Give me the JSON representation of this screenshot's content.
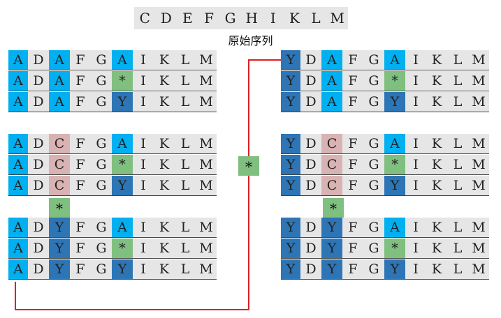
{
  "original": {
    "letters": [
      "C",
      "D",
      "E",
      "F",
      "G",
      "H",
      "I",
      "K",
      "L",
      "M"
    ],
    "caption": "原始序列"
  },
  "colors": {
    "light_blue": "#00b0f0",
    "dark_blue": "#2e75b6",
    "pink": "#d9b3b3",
    "green": "#7fbf7f",
    "gray": "#e6e6e6",
    "connector": "#e02020"
  },
  "blocks": [
    {
      "id": "left-1",
      "rows": [
        [
          "A",
          "D",
          "A",
          "F",
          "G",
          "A",
          "I",
          "K",
          "L",
          "M"
        ],
        [
          "A",
          "D",
          "A",
          "F",
          "G",
          "*",
          "I",
          "K",
          "L",
          "M"
        ],
        [
          "A",
          "D",
          "A",
          "F",
          "G",
          "Y",
          "I",
          "K",
          "L",
          "M"
        ]
      ]
    },
    {
      "id": "left-2",
      "rows": [
        [
          "A",
          "D",
          "C",
          "F",
          "G",
          "A",
          "I",
          "K",
          "L",
          "M"
        ],
        [
          "A",
          "D",
          "C",
          "F",
          "G",
          "*",
          "I",
          "K",
          "L",
          "M"
        ],
        [
          "A",
          "D",
          "C",
          "F",
          "G",
          "Y",
          "I",
          "K",
          "L",
          "M"
        ]
      ]
    },
    {
      "id": "left-3",
      "rows": [
        [
          "A",
          "D",
          "Y",
          "F",
          "G",
          "A",
          "I",
          "K",
          "L",
          "M"
        ],
        [
          "A",
          "D",
          "Y",
          "F",
          "G",
          "*",
          "I",
          "K",
          "L",
          "M"
        ],
        [
          "A",
          "D",
          "Y",
          "F",
          "G",
          "Y",
          "I",
          "K",
          "L",
          "M"
        ]
      ]
    },
    {
      "id": "right-1",
      "rows": [
        [
          "Y",
          "D",
          "A",
          "F",
          "G",
          "A",
          "I",
          "K",
          "L",
          "M"
        ],
        [
          "Y",
          "D",
          "A",
          "F",
          "G",
          "*",
          "I",
          "K",
          "L",
          "M"
        ],
        [
          "Y",
          "D",
          "A",
          "F",
          "G",
          "Y",
          "I",
          "K",
          "L",
          "M"
        ]
      ]
    },
    {
      "id": "right-2",
      "rows": [
        [
          "Y",
          "D",
          "C",
          "F",
          "G",
          "A",
          "I",
          "K",
          "L",
          "M"
        ],
        [
          "Y",
          "D",
          "C",
          "F",
          "G",
          "*",
          "I",
          "K",
          "L",
          "M"
        ],
        [
          "Y",
          "D",
          "C",
          "F",
          "G",
          "Y",
          "I",
          "K",
          "L",
          "M"
        ]
      ]
    },
    {
      "id": "right-3",
      "rows": [
        [
          "Y",
          "D",
          "Y",
          "F",
          "G",
          "A",
          "I",
          "K",
          "L",
          "M"
        ],
        [
          "Y",
          "D",
          "Y",
          "F",
          "G",
          "*",
          "I",
          "K",
          "L",
          "M"
        ],
        [
          "Y",
          "D",
          "Y",
          "F",
          "G",
          "Y",
          "I",
          "K",
          "L",
          "M"
        ]
      ]
    }
  ],
  "stars": {
    "left_mid": "*",
    "right_mid": "*",
    "connector": "*"
  }
}
